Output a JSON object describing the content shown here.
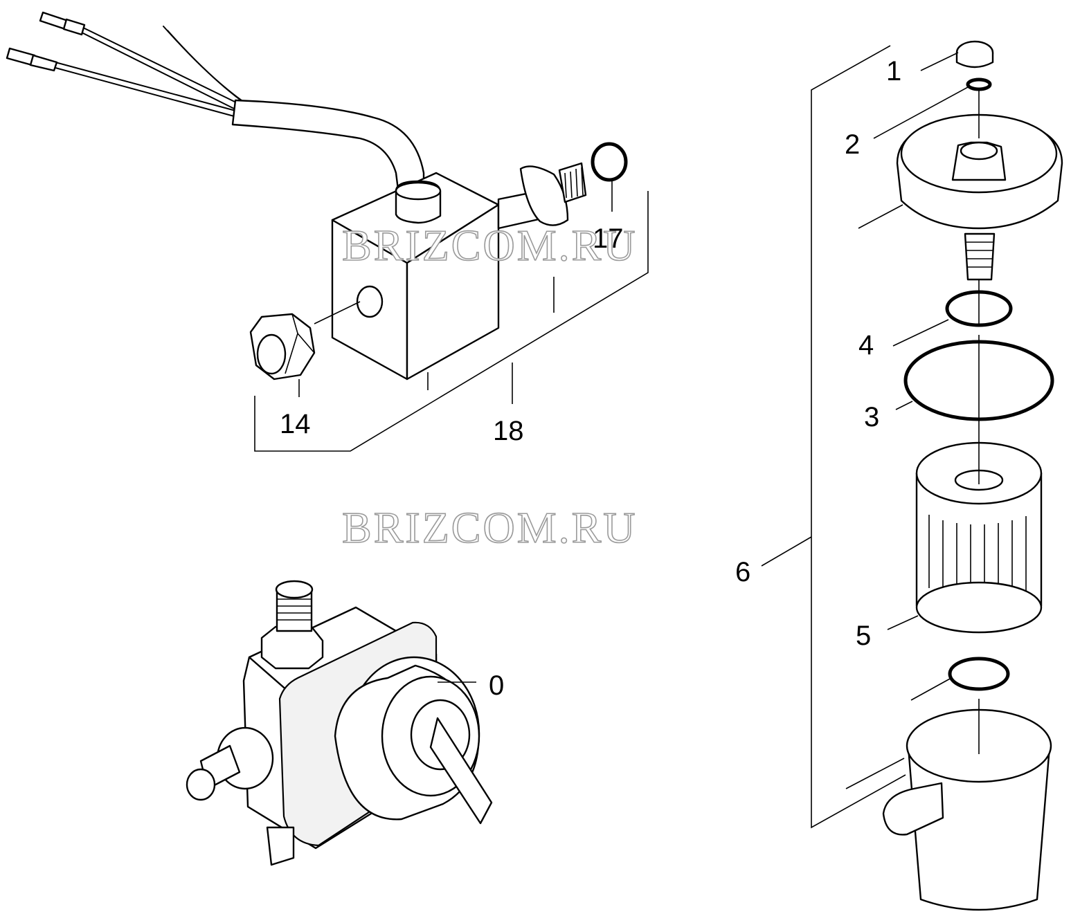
{
  "watermark": "BRIZCOM.RU",
  "callouts": {
    "c0": "0",
    "c1": "1",
    "c2": "2",
    "c3": "3",
    "c4": "4",
    "c5": "5",
    "c6": "6",
    "c14": "14",
    "c17": "17",
    "c18": "18"
  },
  "icons": {
    "solenoid_valve": "solenoid-valve-icon",
    "pump": "pump-icon",
    "filter_assembly": "fuel-filter-icon"
  }
}
